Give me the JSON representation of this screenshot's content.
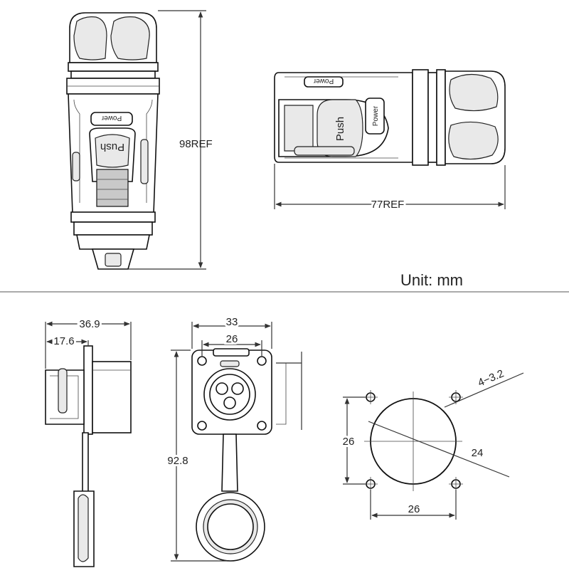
{
  "labels": {
    "height_ref": "98REF",
    "length_ref": "77REF",
    "unit": "Unit:  mm",
    "push": "Push",
    "power": "Power",
    "side_width": "36.9",
    "side_depth": "17.6",
    "front_width": "33",
    "front_inner": "26",
    "front_height": "92.8",
    "hole_spec": "4−3.2",
    "pattern_height": "26",
    "pattern_width": "26",
    "cut_diameter": "24"
  }
}
